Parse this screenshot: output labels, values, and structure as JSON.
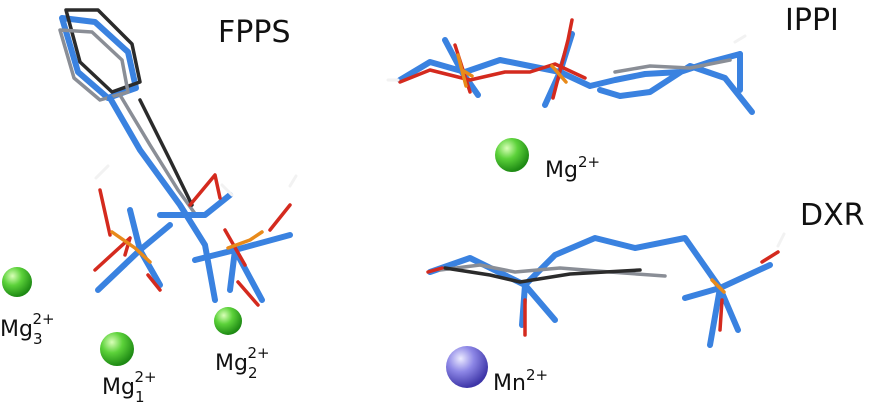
{
  "panels": {
    "fpps": {
      "title": "FPPS"
    },
    "ippi": {
      "title": "IPPI"
    },
    "dxr": {
      "title": "DXR"
    }
  },
  "ions": {
    "fpps_mg1": {
      "element": "Mg",
      "sub": "1",
      "charge": "2+"
    },
    "fpps_mg2": {
      "element": "Mg",
      "sub": "2",
      "charge": "2+"
    },
    "fpps_mg3": {
      "element": "Mg",
      "sub": "3",
      "charge": "2+"
    },
    "ippi_mg": {
      "element": "Mg",
      "charge": "2+"
    },
    "dxr_mn": {
      "element": "Mn",
      "charge": "2+"
    }
  },
  "colors": {
    "protein_ligand_blue": "#3a82e0",
    "carbon_grey": "#8a8e96",
    "oxygen_red": "#d42a1e",
    "phosphorus_orange": "#e88a1a",
    "magnesium_green": "#3fbf2a",
    "manganese_purple": "#7f78de"
  }
}
